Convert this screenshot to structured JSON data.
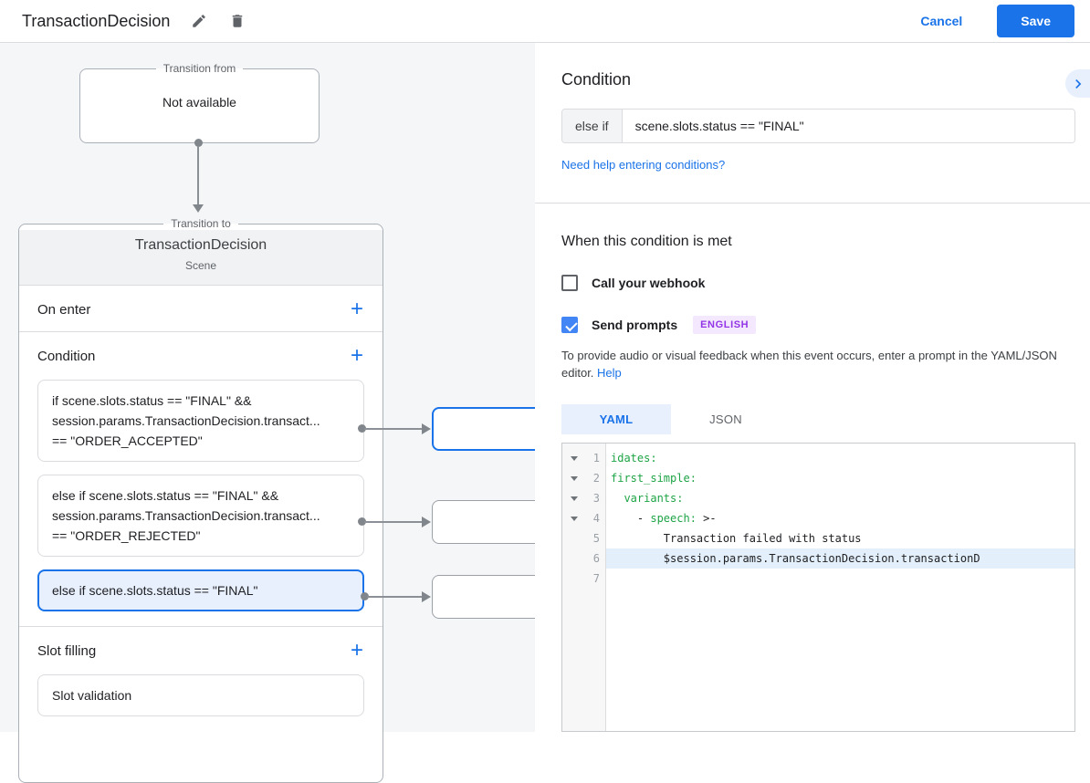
{
  "topbar": {
    "title": "TransactionDecision",
    "cancel_label": "Cancel",
    "save_label": "Save"
  },
  "flow": {
    "from": {
      "legend": "Transition from",
      "value": "Not available"
    },
    "to": {
      "legend": "Transition to",
      "title": "TransactionDecision",
      "subtitle": "Scene"
    },
    "on_enter": {
      "label": "On enter",
      "add": "+"
    },
    "condition": {
      "label": "Condition",
      "add": "+",
      "cards": [
        {
          "selected": false,
          "lines": [
            "if scene.slots.status == \"FINAL\" &&",
            "session.params.TransactionDecision.transact...",
            "== \"ORDER_ACCEPTED\""
          ]
        },
        {
          "selected": false,
          "lines": [
            "else if scene.slots.status == \"FINAL\" &&",
            "session.params.TransactionDecision.transact...",
            "== \"ORDER_REJECTED\""
          ]
        },
        {
          "selected": true,
          "lines": [
            "else if scene.slots.status == \"FINAL\""
          ]
        }
      ]
    },
    "slot_filling": {
      "label": "Slot filling",
      "add": "+",
      "cards": [
        {
          "lines": [
            "Slot validation"
          ]
        }
      ]
    }
  },
  "panel": {
    "condition_heading": "Condition",
    "condition_input": {
      "prefix": "else if",
      "value": "scene.slots.status == \"FINAL\""
    },
    "help_link": "Need help entering conditions?",
    "when_met": {
      "heading": "When this condition is met",
      "webhook_label": "Call your webhook",
      "webhook_checked": false,
      "prompts_label": "Send prompts",
      "prompts_checked": true,
      "language_badge": "ENGLISH",
      "description": "To provide audio or visual feedback when this event occurs, enter a prompt in the YAML/JSON editor.",
      "help_label": "Help"
    },
    "tabs": {
      "yaml": "YAML",
      "json": "JSON",
      "active": "YAML"
    },
    "editor": {
      "lines": [
        {
          "num": "1",
          "fold": true,
          "key": "idates:"
        },
        {
          "num": "2",
          "fold": true,
          "key": "first_simple:"
        },
        {
          "num": "3",
          "fold": true,
          "key": "  variants:"
        },
        {
          "num": "4",
          "fold": true,
          "pre": "    - ",
          "key": "speech:",
          "post": " >-"
        },
        {
          "num": "5",
          "fold": false,
          "plain": "        Transaction failed with status"
        },
        {
          "num": "6",
          "fold": false,
          "highlighted": true,
          "plain": "        $session.params.TransactionDecision.transactionD"
        },
        {
          "num": "7",
          "fold": false
        }
      ]
    }
  },
  "colors": {
    "accent": "#1a73e8",
    "selected_bg": "#e8f0fe",
    "badge_bg": "#f3e8fd",
    "badge_text": "#9334e6",
    "code_key_green": "#1ea446",
    "canvas_bg": "#f5f6f8"
  }
}
